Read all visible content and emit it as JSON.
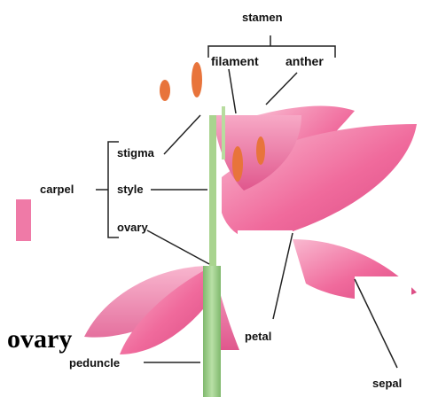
{
  "diagram": {
    "labels": {
      "stamen": "stamen",
      "filament": "filament",
      "anther": "anther",
      "carpel": "carpel",
      "stigma": "stigma",
      "style": "style",
      "ovary": "ovary",
      "petal": "petal",
      "peduncle": "peduncle",
      "sepal": "sepal"
    },
    "overlay_label": "ovary",
    "colors": {
      "petal": "#f06a9c",
      "petal_light": "#f7a9c6",
      "petal_dark": "#d94a82",
      "stem": "#9ccc8c",
      "anther": "#e8743b",
      "line": "#222222"
    }
  }
}
